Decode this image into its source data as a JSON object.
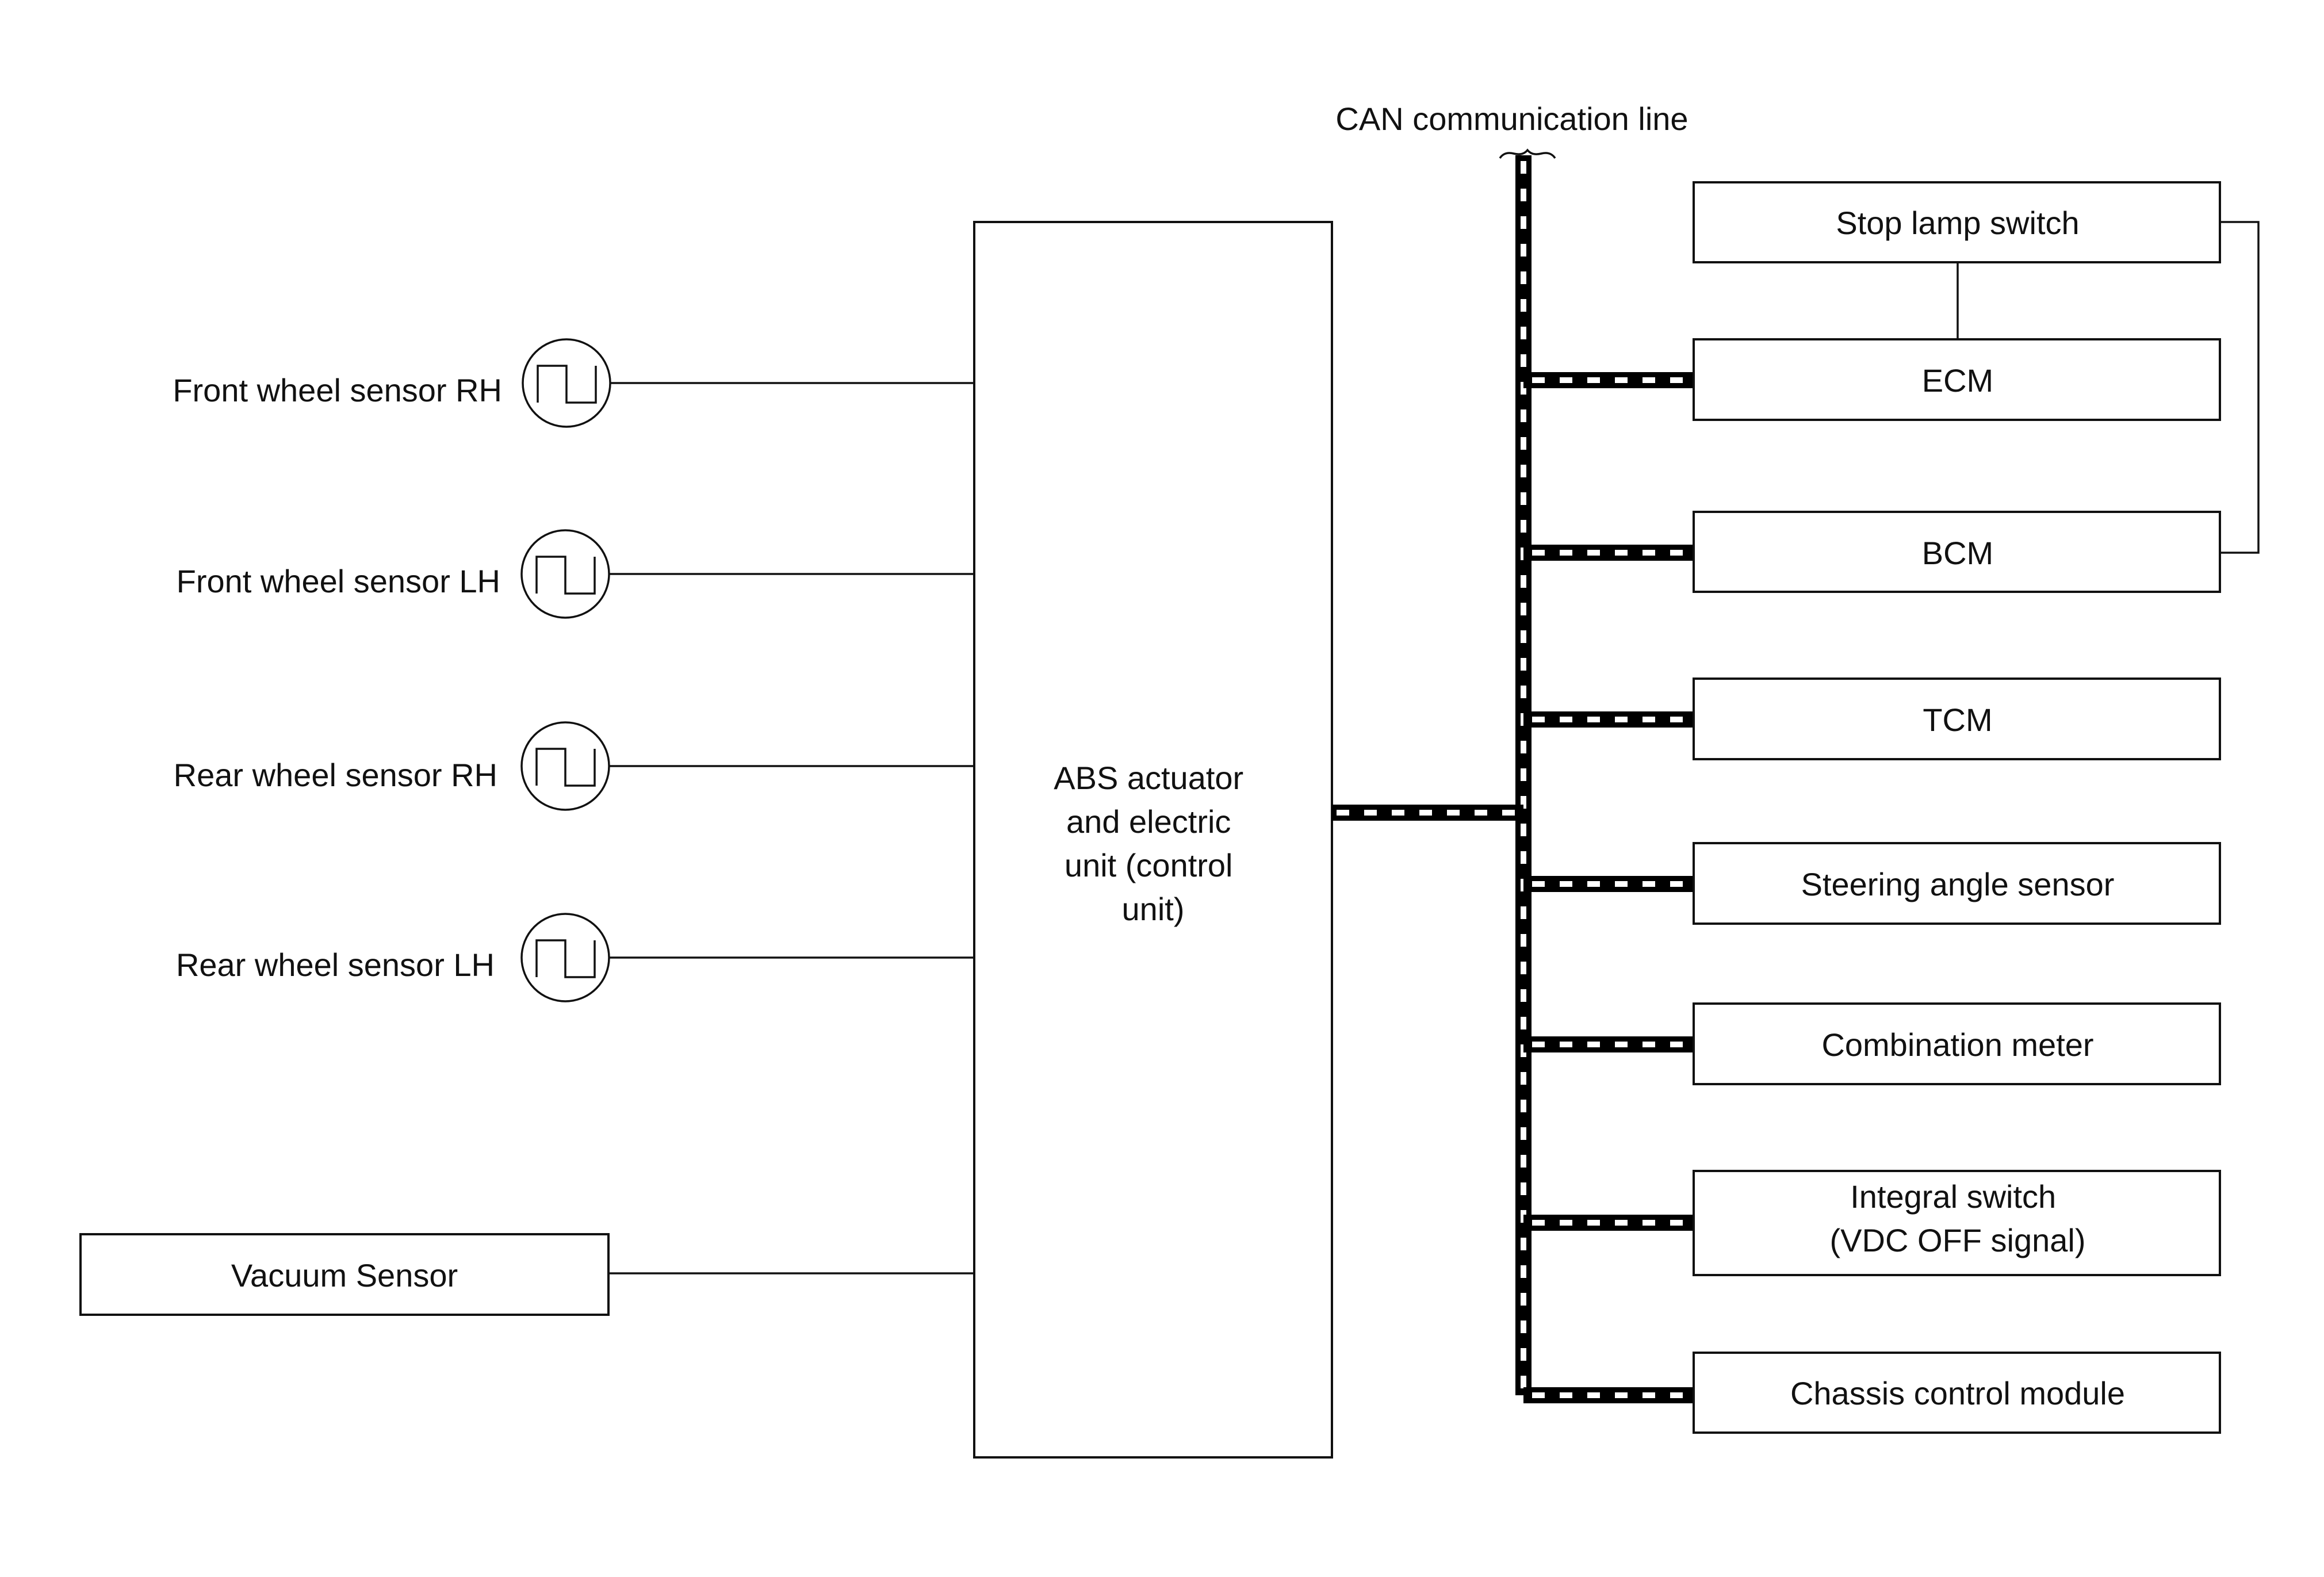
{
  "can_label": "CAN communication line",
  "central_unit": [
    "ABS actuator",
    "and electric",
    "unit (control",
    "unit)"
  ],
  "sensors": {
    "front_rh": "Front wheel sensor RH",
    "front_lh": "Front wheel sensor LH",
    "rear_rh": "Rear wheel sensor RH",
    "rear_lh": "Rear wheel sensor LH"
  },
  "vacuum_sensor": "Vacuum Sensor",
  "modules": {
    "stop_lamp": "Stop lamp switch",
    "ecm": "ECM",
    "bcm": "BCM",
    "tcm": "TCM",
    "steering": "Steering angle sensor",
    "combination_meter": "Combination meter",
    "integral_switch": [
      "Integral switch",
      "(VDC OFF signal)"
    ],
    "chassis": "Chassis control module"
  },
  "icons": {
    "wheel_sensor": "square-wave-signal-icon"
  }
}
